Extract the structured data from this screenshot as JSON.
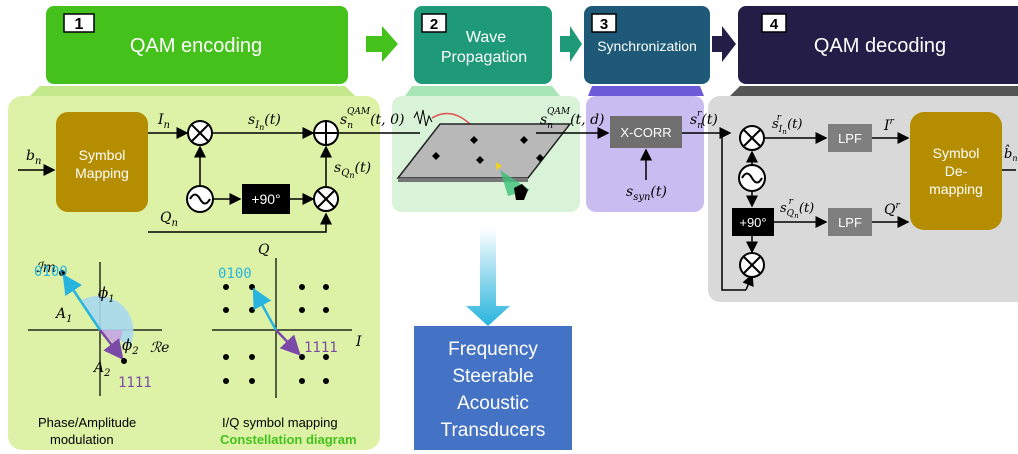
{
  "stages": [
    {
      "number": "1",
      "title": "QAM encoding"
    },
    {
      "number": "2",
      "title_line1": "Wave",
      "title_line2": "Propagation"
    },
    {
      "number": "3",
      "title": "Synchronization"
    },
    {
      "number": "4",
      "title": "QAM decoding"
    }
  ],
  "encoder": {
    "input": "b",
    "input_sub": "n",
    "symbol_mapping_line1": "Symbol",
    "symbol_mapping_line2": "Mapping",
    "i_label": "I",
    "i_sub": "n",
    "q_label": "Q",
    "q_sub": "n",
    "s_i": "s",
    "s_i_sub": "I",
    "s_i_subsub": "n",
    "s_i_arg": "(t)",
    "s_q": "s",
    "s_q_sub": "Q",
    "s_q_subsub": "n",
    "s_q_arg": "(t)",
    "shift": "+90°",
    "output": "s",
    "output_sup": "QAM",
    "output_sub": "n",
    "output_arg": "(t, 0)"
  },
  "propagation": {
    "output": "s",
    "output_sup": "QAM",
    "output_sub": "n",
    "output_arg": "(t, d)"
  },
  "sync": {
    "block": "X-CORR",
    "ref": "s",
    "ref_sub": "syn",
    "ref_arg": "(t)"
  },
  "decoder": {
    "input": "s",
    "input_sup": "r",
    "input_sub": "n",
    "input_arg": "(t)",
    "si_r": "s",
    "si_r_sup": "r",
    "si_r_sub": "I",
    "si_r_subsub": "n",
    "si_r_arg": "(t)",
    "sq_r": "s",
    "sq_r_sup": "r",
    "sq_r_sub": "Q",
    "sq_r_subsub": "n",
    "sq_r_arg": "(t)",
    "lpf1": "LPF",
    "lpf2": "LPF",
    "ir": "I",
    "ir_sup": "r",
    "qr": "Q",
    "qr_sup": "r",
    "shift": "+90°",
    "demap_line1": "Symbol",
    "demap_line2": "De-",
    "demap_line3": "mapping",
    "output": "b̂",
    "output_sub": "n"
  },
  "phase_plot": {
    "im_label": "ℐm",
    "re_label": "ℛe",
    "sym1": "0100",
    "sym2": "1111",
    "phi1": "ϕ",
    "phi1_sub": "1",
    "phi2": "ϕ",
    "phi2_sub": "2",
    "a1": "A",
    "a1_sub": "1",
    "a2": "A",
    "a2_sub": "2",
    "caption_line1": "Phase/Amplitude",
    "caption_line2": "modulation"
  },
  "constellation": {
    "q_label": "Q",
    "i_label": "I",
    "sym1": "0100",
    "sym2": "1111",
    "caption_line1": "I/Q symbol mapping",
    "caption_line2": "Constellation diagram"
  },
  "transducers": {
    "line1": "Frequency",
    "line2": "Steerable",
    "line3": "Acoustic",
    "line4": "Transducers"
  },
  "colors": {
    "green_stage": "#44c21b",
    "teal_stage": "#1f9a78",
    "blue_stage": "#1e5a78",
    "navy_stage": "#231d47",
    "encode_panel": "#ddf2a6",
    "prop_panel": "#d8f3d8",
    "sync_panel": "#c8bdf0",
    "decode_panel": "#d9d9d9",
    "olive_block": "#b58d00",
    "lpf_block": "#7f7f7f",
    "cyan": "#27b4de",
    "purple": "#7b4aa8",
    "transducer_box": "#4472c4"
  }
}
